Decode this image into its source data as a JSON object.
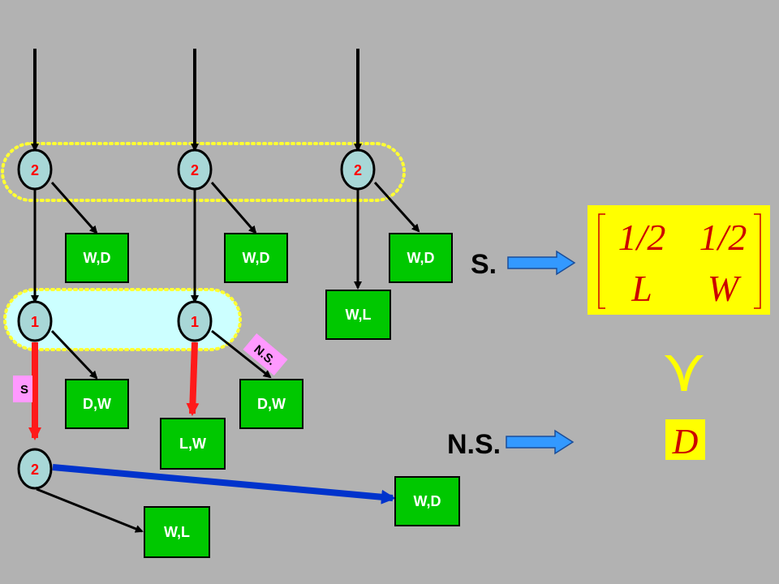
{
  "colors": {
    "background": "#b2b2b2",
    "node_fill": "#a8d7d7",
    "node_label": "#ff0000",
    "box_fill": "#00c800",
    "box_text": "#ffffff",
    "edge": "#000000",
    "strategic_edge": "#ff1a1a",
    "nonstrategic_edge": "#0033cc",
    "group_outline": "#ffff33",
    "info_set_fill": "#ccffff",
    "tag_fill": "#ff99ff",
    "matrix_fill": "#ffff00",
    "math_text": "#cc0000",
    "arrow_fill": "#3399ff"
  },
  "nodes": {
    "top_left": "2",
    "top_mid": "2",
    "top_right": "2",
    "mid_left": "1",
    "mid_mid": "1",
    "bottom": "2"
  },
  "boxes": {
    "wd_1": "W,D",
    "wd_2": "W,D",
    "wd_3": "W,D",
    "wl_1": "W,L",
    "dw_1": "D,W",
    "lw_1": "L,W",
    "dw_2": "D,W",
    "wl_2": "W,L",
    "wd_4": "W,D"
  },
  "tags": {
    "s_small": "S",
    "ns_small": "N.S."
  },
  "labels": {
    "strategic": "S.",
    "nonstrategic": "N.S."
  },
  "matrix": {
    "r1c1": "1/2",
    "r1c2": "1/2",
    "r2c1": "L",
    "r2c2": "W"
  },
  "preference_symbol": "⋎",
  "outcome": "D"
}
